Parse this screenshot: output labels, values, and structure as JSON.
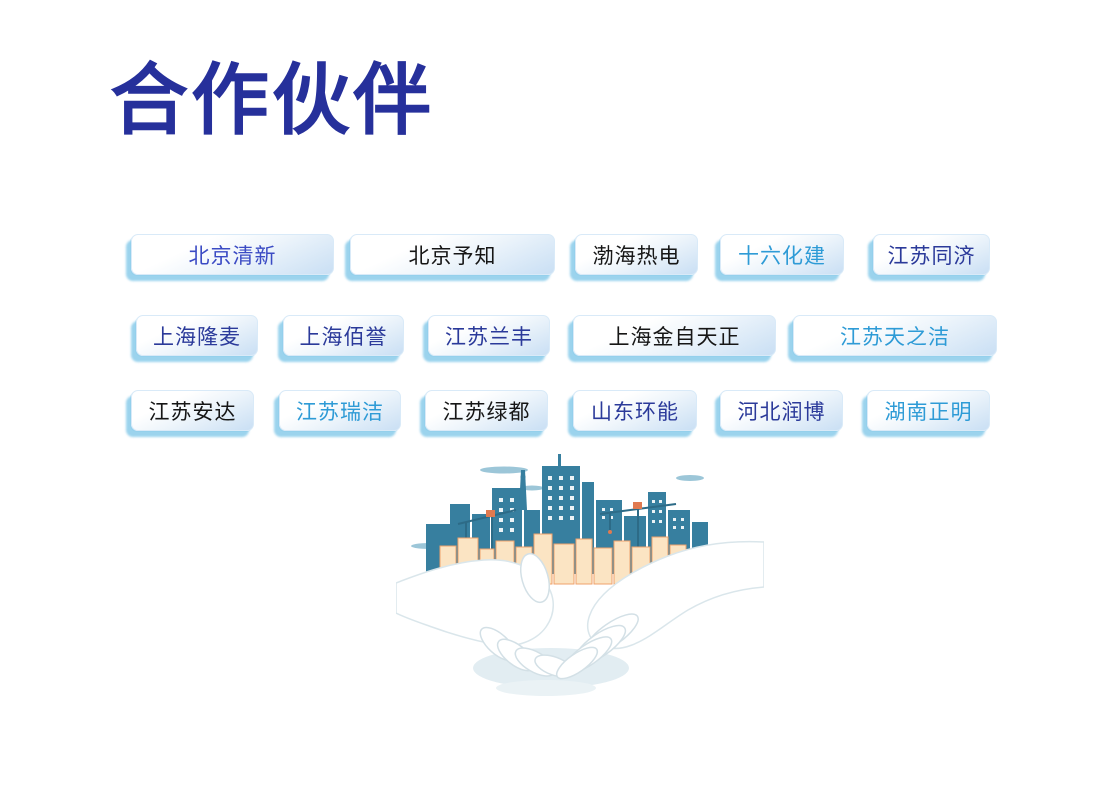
{
  "slide": {
    "title": "合作伙伴",
    "title_color": "#26309b",
    "background_color": "#ffffff"
  },
  "partners": {
    "rows": [
      {
        "buttons": [
          {
            "label": "北京清新",
            "text_color": "#3b4bc4"
          },
          {
            "label": "北京予知",
            "text_color": "#161616"
          },
          {
            "label": "渤海热电",
            "text_color": "#161616"
          },
          {
            "label": "十六化建",
            "text_color": "#2e9bd6"
          },
          {
            "label": "江苏同济",
            "text_color": "#2b3a9a"
          }
        ]
      },
      {
        "buttons": [
          {
            "label": "上海隆麦",
            "text_color": "#2b3a9a"
          },
          {
            "label": "上海佰誉",
            "text_color": "#2b3a9a"
          },
          {
            "label": "江苏兰丰",
            "text_color": "#2b3a9a"
          },
          {
            "label": "上海金自天正",
            "text_color": "#161616"
          },
          {
            "label": "江苏天之洁",
            "text_color": "#2e9bd6"
          }
        ]
      },
      {
        "buttons": [
          {
            "label": "江苏安达",
            "text_color": "#161616"
          },
          {
            "label": "江苏瑞洁",
            "text_color": "#2e9bd6"
          },
          {
            "label": "江苏绿都",
            "text_color": "#161616"
          },
          {
            "label": "山东环能",
            "text_color": "#2b3a9a"
          },
          {
            "label": "河北润博",
            "text_color": "#2b3a9a"
          },
          {
            "label": "湖南正明",
            "text_color": "#2e9bd6"
          }
        ]
      }
    ]
  },
  "illustration": {
    "name": "handshake-city-illustration",
    "colors": {
      "skyline_teal": "#377f9f",
      "front_buildings": "#fbe4c3",
      "building_outline": "#efa26b",
      "crane_accent": "#e07a50",
      "hands": "#ffffff",
      "hand_outline": "#d7e3e8",
      "cloud": "#9cc6d8"
    }
  },
  "button_style": {
    "fill_top": "#ffffff",
    "fill_bottom": "#c9dff4",
    "border": "#d9eaf8",
    "shadow": "#89cbea"
  }
}
